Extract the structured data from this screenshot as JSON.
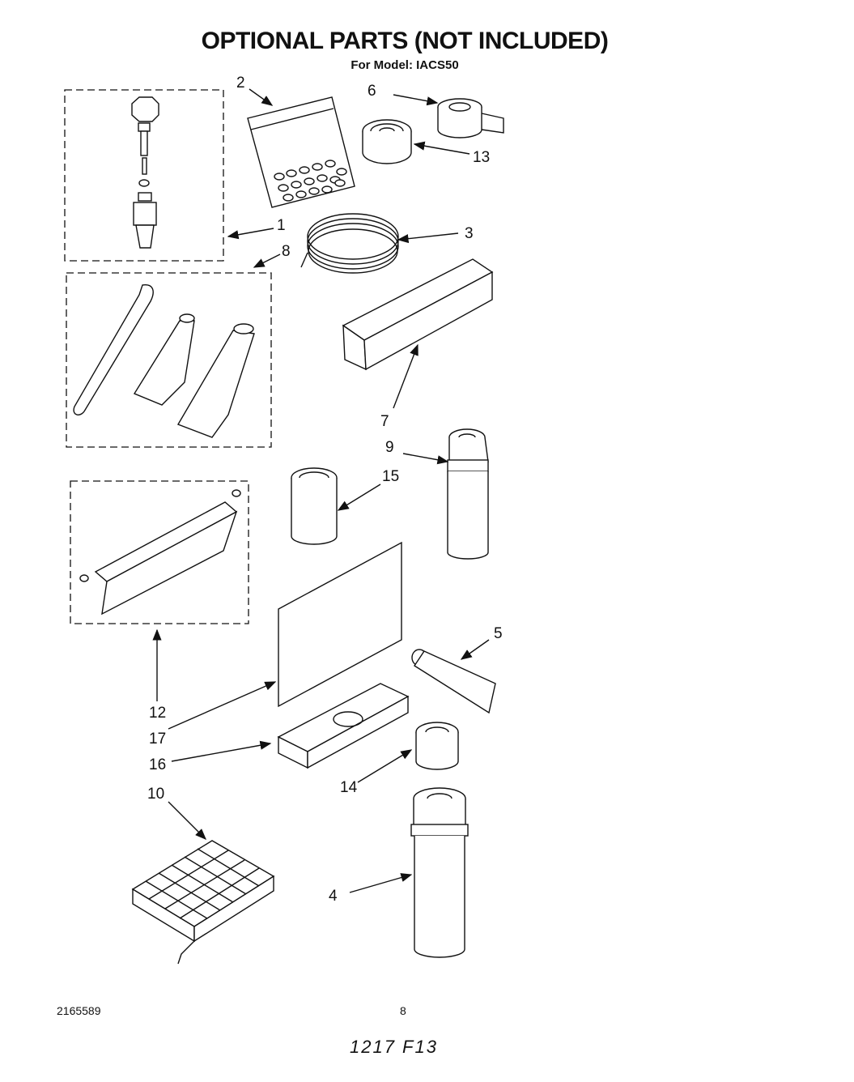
{
  "header": {
    "title": "OPTIONAL PARTS (NOT INCLUDED)",
    "model": "For Model: IACS50"
  },
  "footer": {
    "doc_number": "2165589",
    "page_number": "8",
    "handwritten": "1217 F13"
  },
  "callouts": {
    "c1": "1",
    "c2": "2",
    "c3": "3",
    "c4": "4",
    "c5": "5",
    "c6": "6",
    "c7": "7",
    "c8": "8",
    "c9": "9",
    "c10": "10",
    "c12": "12",
    "c13": "13",
    "c14": "14",
    "c15": "15",
    "c16": "16",
    "c17": "17"
  }
}
